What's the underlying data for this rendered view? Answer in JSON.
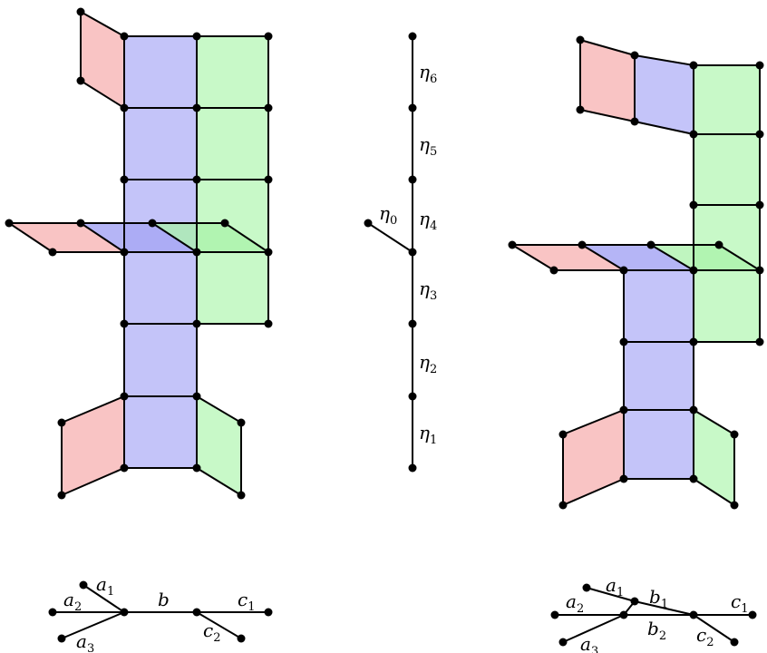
{
  "colors": {
    "red": "#f9c4c4",
    "blue": "#c4c4f9",
    "green": "#c8f9c8",
    "blue_strong": "#a8a8f4",
    "green_strong": "#a9f1a9",
    "edge": "#000000",
    "vertex": "#000000"
  },
  "chain": {
    "labels": [
      {
        "key": "eta6",
        "base": "η",
        "sub": "6"
      },
      {
        "key": "eta5",
        "base": "η",
        "sub": "5"
      },
      {
        "key": "eta4",
        "base": "η",
        "sub": "4"
      },
      {
        "key": "eta0",
        "base": "η",
        "sub": "0"
      },
      {
        "key": "eta3",
        "base": "η",
        "sub": "3"
      },
      {
        "key": "eta2",
        "base": "η",
        "sub": "2"
      },
      {
        "key": "eta1",
        "base": "η",
        "sub": "1"
      }
    ]
  },
  "left_tree": {
    "labels": [
      {
        "key": "a1",
        "base": "a",
        "sub": "1"
      },
      {
        "key": "a2",
        "base": "a",
        "sub": "2"
      },
      {
        "key": "a3",
        "base": "a",
        "sub": "3"
      },
      {
        "key": "b",
        "base": "b",
        "sub": ""
      },
      {
        "key": "c1",
        "base": "c",
        "sub": "1"
      },
      {
        "key": "c2",
        "base": "c",
        "sub": "2"
      }
    ]
  },
  "right_tree": {
    "labels": [
      {
        "key": "a1",
        "base": "a",
        "sub": "1"
      },
      {
        "key": "a2",
        "base": "a",
        "sub": "2"
      },
      {
        "key": "a3",
        "base": "a",
        "sub": "3"
      },
      {
        "key": "b1",
        "base": "b",
        "sub": "1"
      },
      {
        "key": "b2",
        "base": "b",
        "sub": "2"
      },
      {
        "key": "c1",
        "base": "c",
        "sub": "1"
      },
      {
        "key": "c2",
        "base": "c",
        "sub": "2"
      }
    ]
  }
}
